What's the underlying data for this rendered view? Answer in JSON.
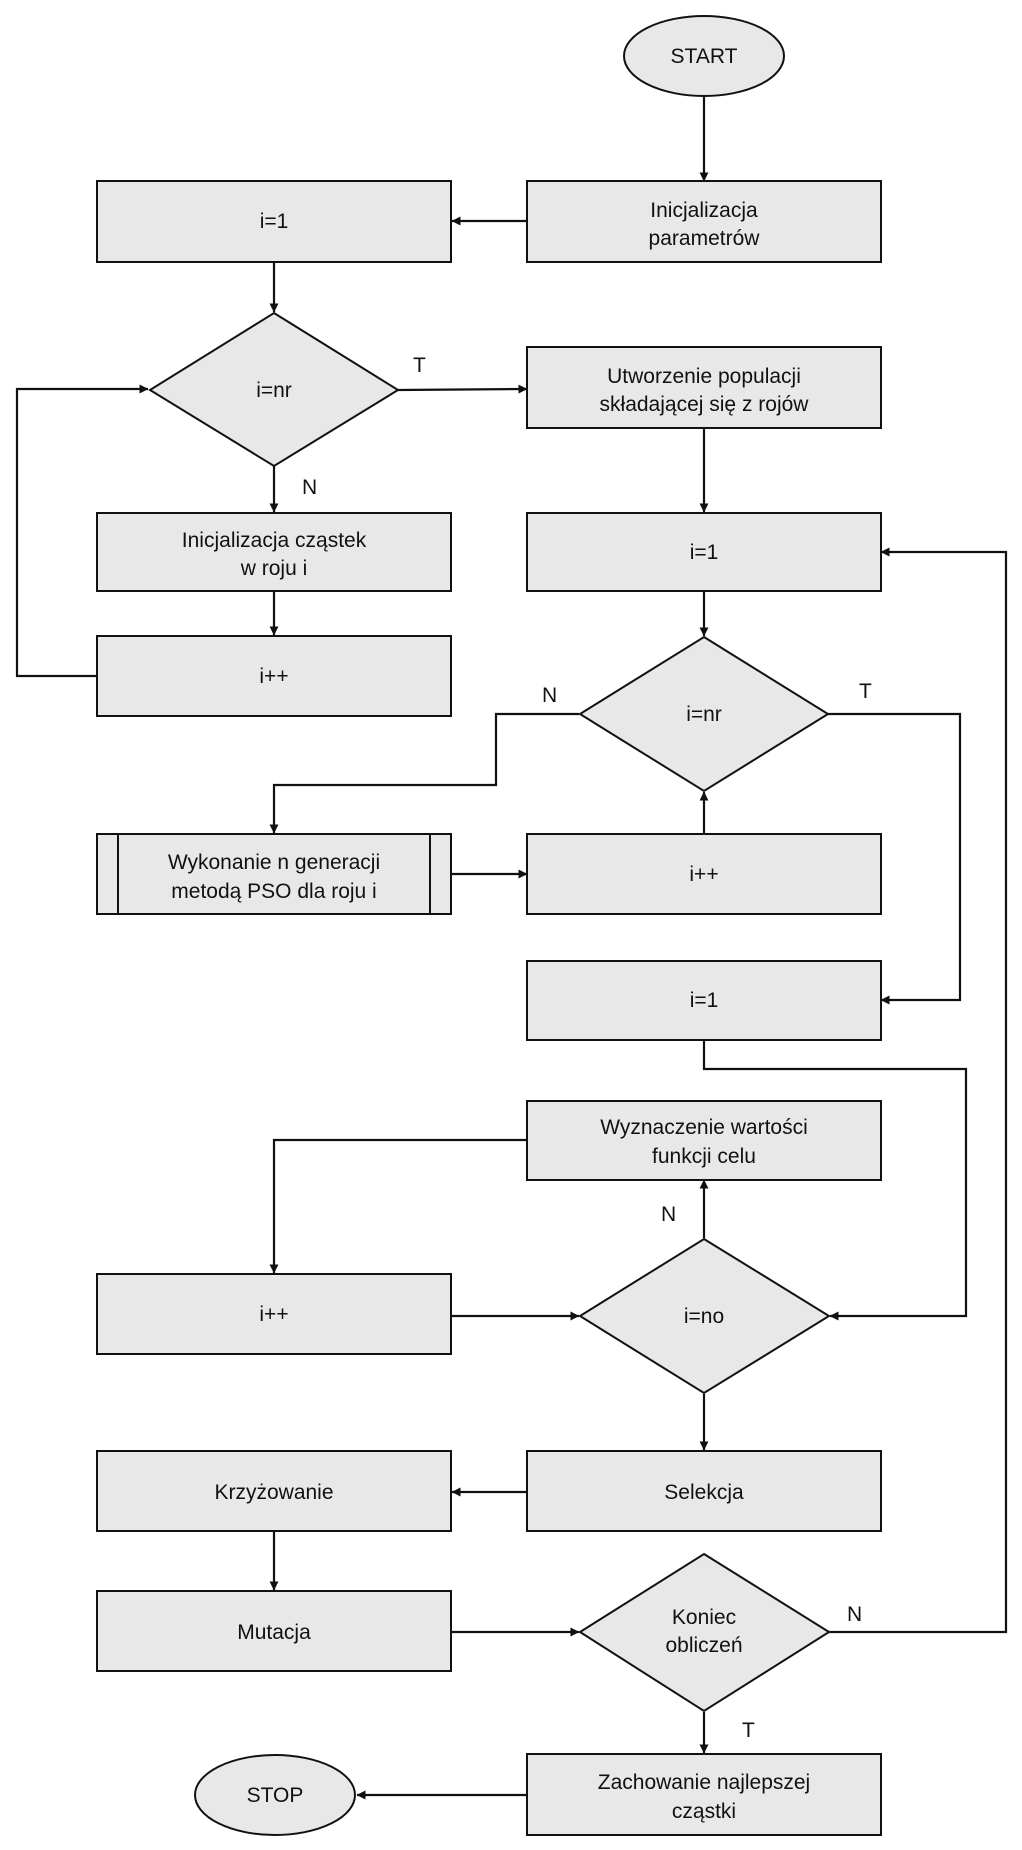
{
  "nodes": {
    "start": "START",
    "init_params": [
      "Inicjalizacja",
      "parametrów"
    ],
    "i1_a": "i=1",
    "cond_nr_a": "i=nr",
    "init_particles": [
      "Inicjalizacja cząstek",
      "w roju i"
    ],
    "incr_a": "i++",
    "create_population": [
      "Utworzenie populacji",
      "składającej się z rojów"
    ],
    "i1_b": "i=1",
    "cond_nr_b": "i=nr",
    "pso_generations": [
      "Wykonanie n generacji",
      "metodą PSO dla roju i"
    ],
    "incr_b": "i++",
    "i1_c": "i=1",
    "objective": [
      "Wyznaczenie wartości",
      "funkcji celu"
    ],
    "incr_c": "i++",
    "cond_no": "i=no",
    "crossover": "Krzyżowanie",
    "selection": "Selekcja",
    "mutation": "Mutacja",
    "end_calc": [
      "Koniec",
      "obliczeń"
    ],
    "keep_best": [
      "Zachowanie najlepszej",
      "cząstki"
    ],
    "stop": "STOP"
  },
  "edge_labels": {
    "nr_a_true": "T",
    "nr_a_false": "N",
    "nr_b_false": "N",
    "nr_b_true": "T",
    "no_false": "N",
    "end_false": "N",
    "end_true": "T"
  }
}
